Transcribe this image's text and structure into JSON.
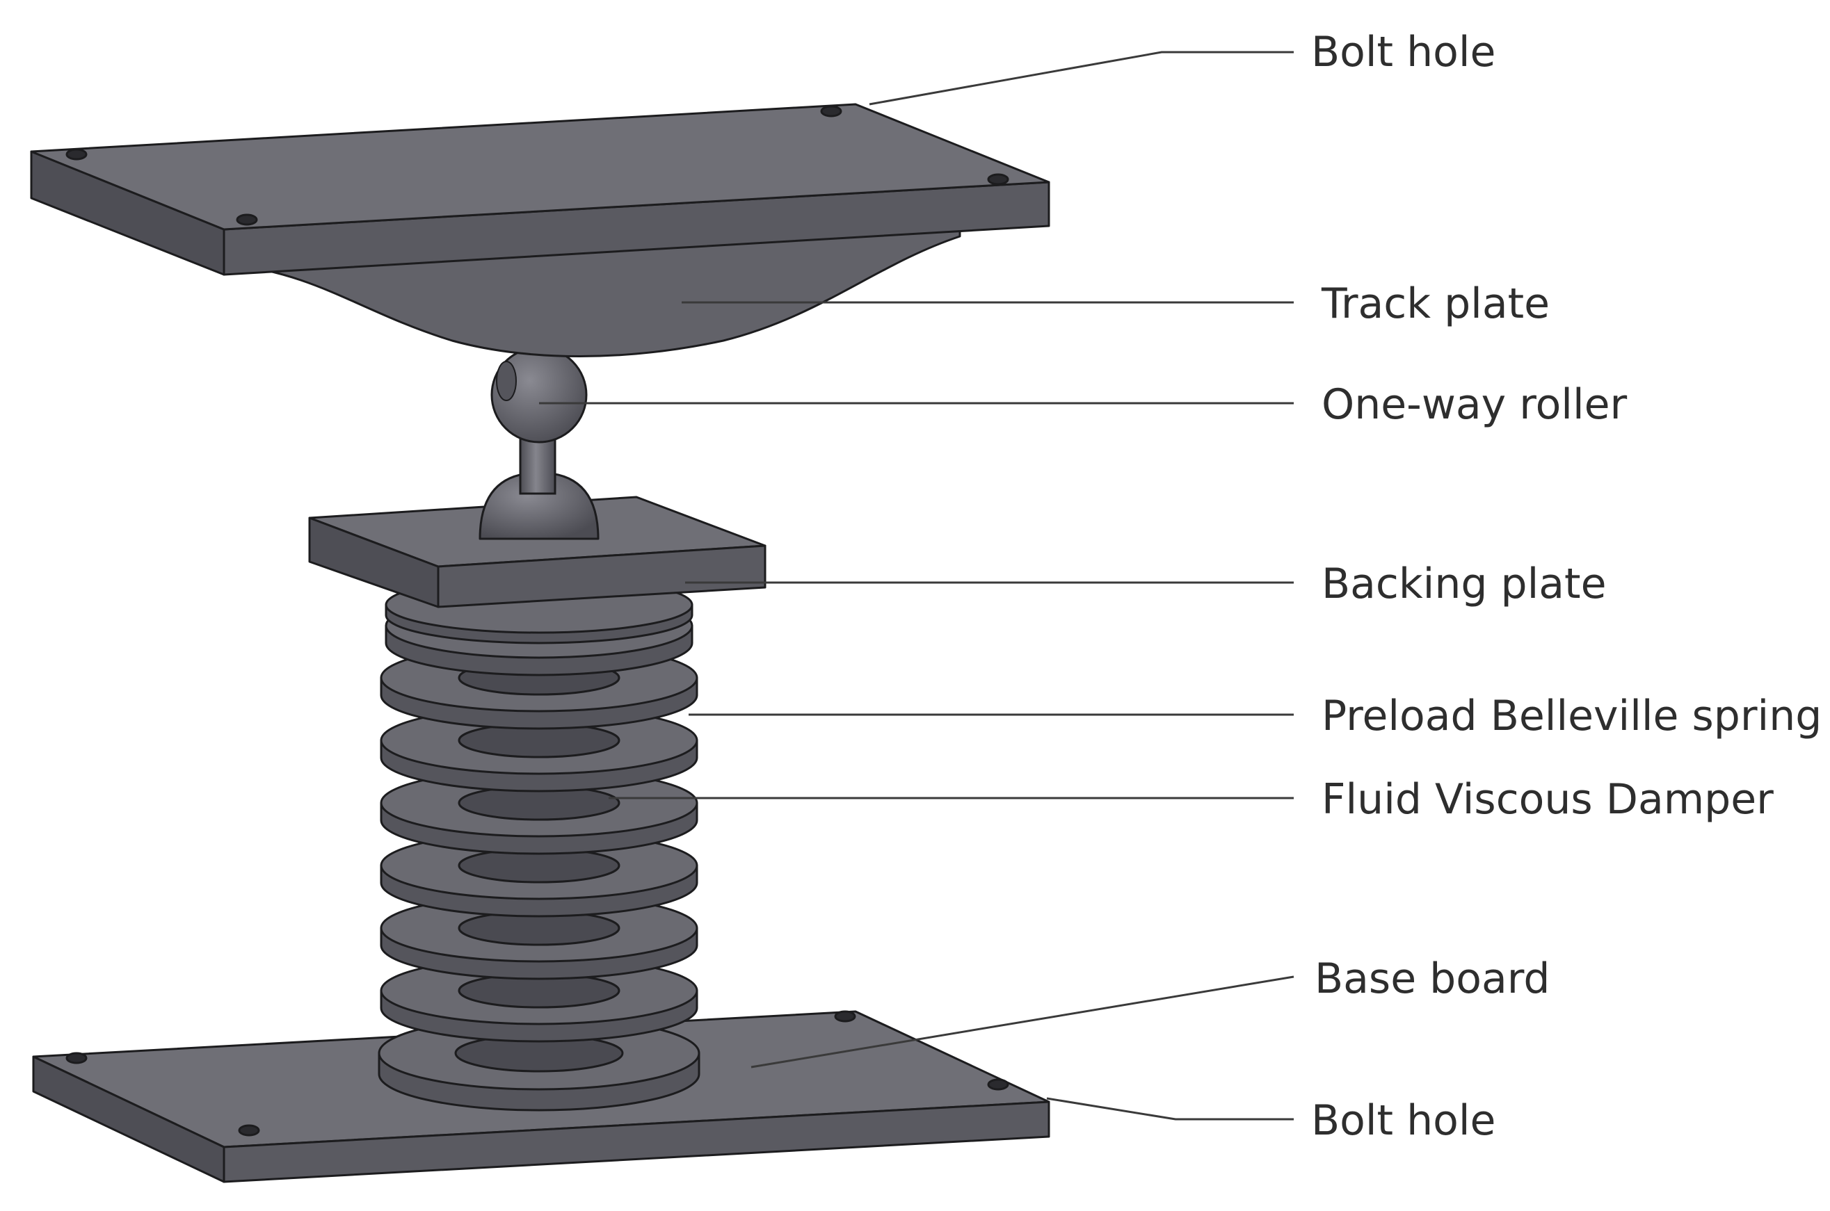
{
  "labels": {
    "bolt_hole_top": "Bolt hole",
    "track_plate": "Track plate",
    "one_way_roller": "One-way roller",
    "backing_plate": "Backing plate",
    "preload_belleville_spring": "Preload Belleville spring",
    "fluid_viscous_damper": "Fluid Viscous Damper",
    "base_board": "Base board",
    "bolt_hole_bottom": "Bolt hole"
  },
  "colors": {
    "background": "#ffffff",
    "part_top": "#6f6f76",
    "part_front": "#5a5a61",
    "part_side": "#4e4e55",
    "outline": "#1c1c1e",
    "leader_line": "#3a3a3a",
    "label_text": "#2e2e2e"
  }
}
